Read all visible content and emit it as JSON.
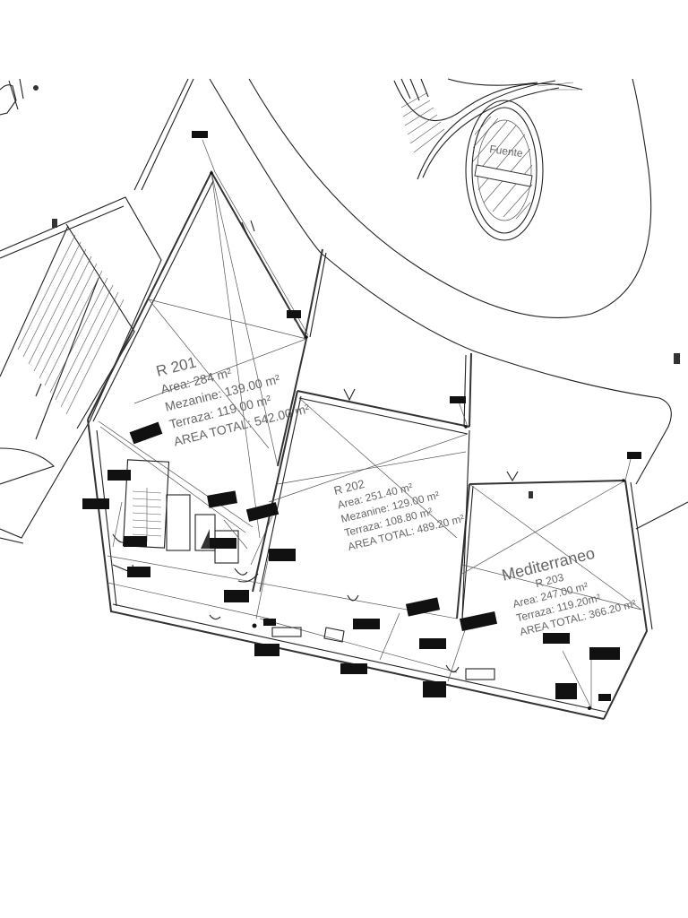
{
  "labels": {
    "fuente": "Fuente",
    "mediterraneo": "Mediterraneo"
  },
  "rooms": [
    {
      "id": "R 201",
      "area": "Area: 284 m²",
      "mezanine": "Mezanine: 139.00 m²",
      "terraza": "Terraza: 119.00 m²",
      "total": "AREA TOTAL: 542.00 m²"
    },
    {
      "id": "R 202",
      "area": "Area: 251.40 m²",
      "mezanine": "Mezanine: 129.00 m²",
      "terraza": "Terraza: 108.80 m²",
      "total": "AREA TOTAL: 489.20 m²"
    },
    {
      "id": "R 203",
      "area": "Area: 247.00 m²",
      "terraza": "Terraza: 119.20m²",
      "total": "AREA TOTAL: 366.20 m²"
    }
  ],
  "colors": {
    "line": "#222222",
    "label": "#666666",
    "background": "#ffffff"
  }
}
